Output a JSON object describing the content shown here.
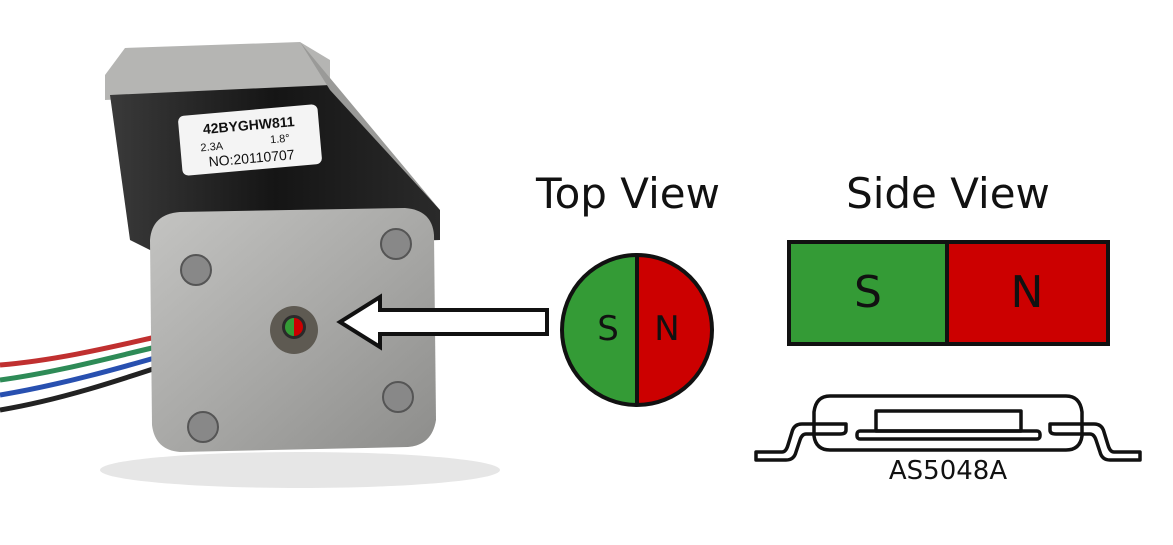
{
  "motor_label": {
    "model": "42BYGHW811",
    "current": "2.3A",
    "step_angle": "1.8°",
    "serial": "NO:20110707"
  },
  "top_view": {
    "title": "Top View",
    "south": "S",
    "north": "N"
  },
  "side_view": {
    "title": "Side View",
    "south": "S",
    "north": "N"
  },
  "sensor": {
    "label": "AS5048A"
  },
  "colors": {
    "south": "#349b36",
    "north": "#cc0000",
    "outline": "#111111",
    "motor_body": "#1e1e1e",
    "motor_plate": "#a7a7a5"
  }
}
